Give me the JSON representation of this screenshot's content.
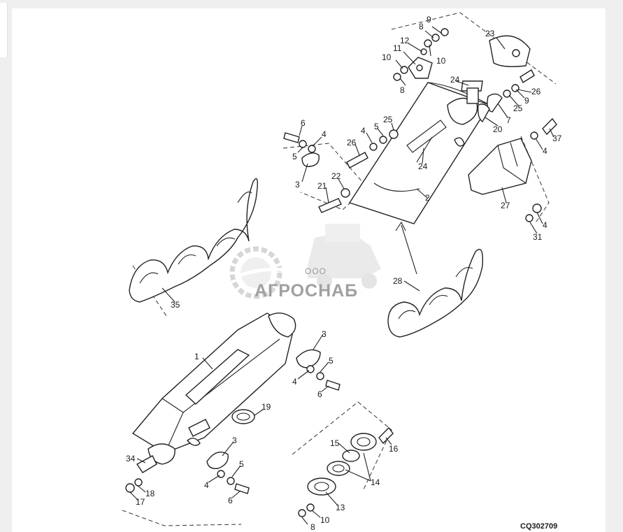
{
  "diagram": {
    "drawing_code": "CQ302709",
    "watermark": {
      "prefix": "ООО",
      "brand": "АГРОСНАБ"
    },
    "callouts": [
      {
        "id": "c9a",
        "text": "9"
      },
      {
        "id": "c8a",
        "text": "8"
      },
      {
        "id": "c23",
        "text": "23"
      },
      {
        "id": "c12",
        "text": "12"
      },
      {
        "id": "c11",
        "text": "11"
      },
      {
        "id": "c10a",
        "text": "10"
      },
      {
        "id": "c10b",
        "text": "10"
      },
      {
        "id": "c8b",
        "text": "8"
      },
      {
        "id": "c24a",
        "text": "24"
      },
      {
        "id": "c26a",
        "text": "26"
      },
      {
        "id": "c25a",
        "text": "25"
      },
      {
        "id": "c9b",
        "text": "9"
      },
      {
        "id": "c7",
        "text": "7"
      },
      {
        "id": "c20",
        "text": "20"
      },
      {
        "id": "c25b",
        "text": "25"
      },
      {
        "id": "c5a",
        "text": "5"
      },
      {
        "id": "c4a",
        "text": "4"
      },
      {
        "id": "c6a",
        "text": "6"
      },
      {
        "id": "c4b",
        "text": "4"
      },
      {
        "id": "c26b",
        "text": "26"
      },
      {
        "id": "c5b",
        "text": "5"
      },
      {
        "id": "c3a",
        "text": "3"
      },
      {
        "id": "c22",
        "text": "22"
      },
      {
        "id": "c21",
        "text": "21"
      },
      {
        "id": "c24b",
        "text": "24"
      },
      {
        "id": "c2",
        "text": "2"
      },
      {
        "id": "c37",
        "text": "37"
      },
      {
        "id": "c4c",
        "text": "4"
      },
      {
        "id": "c27",
        "text": "27"
      },
      {
        "id": "c4d",
        "text": "4"
      },
      {
        "id": "c31",
        "text": "31"
      },
      {
        "id": "c28",
        "text": "28"
      },
      {
        "id": "c35",
        "text": "35"
      },
      {
        "id": "c1",
        "text": "1"
      },
      {
        "id": "c3b",
        "text": "3"
      },
      {
        "id": "c5c",
        "text": "5"
      },
      {
        "id": "c4e",
        "text": "4"
      },
      {
        "id": "c6b",
        "text": "6"
      },
      {
        "id": "c19",
        "text": "19"
      },
      {
        "id": "c3c",
        "text": "3"
      },
      {
        "id": "c5d",
        "text": "5"
      },
      {
        "id": "c4f",
        "text": "4"
      },
      {
        "id": "c6c",
        "text": "6"
      },
      {
        "id": "c34",
        "text": "34"
      },
      {
        "id": "c18",
        "text": "18"
      },
      {
        "id": "c17",
        "text": "17"
      },
      {
        "id": "c15",
        "text": "15"
      },
      {
        "id": "c16",
        "text": "16"
      },
      {
        "id": "c14",
        "text": "14"
      },
      {
        "id": "c13",
        "text": "13"
      },
      {
        "id": "c10c",
        "text": "10"
      },
      {
        "id": "c8c",
        "text": "8"
      }
    ]
  }
}
